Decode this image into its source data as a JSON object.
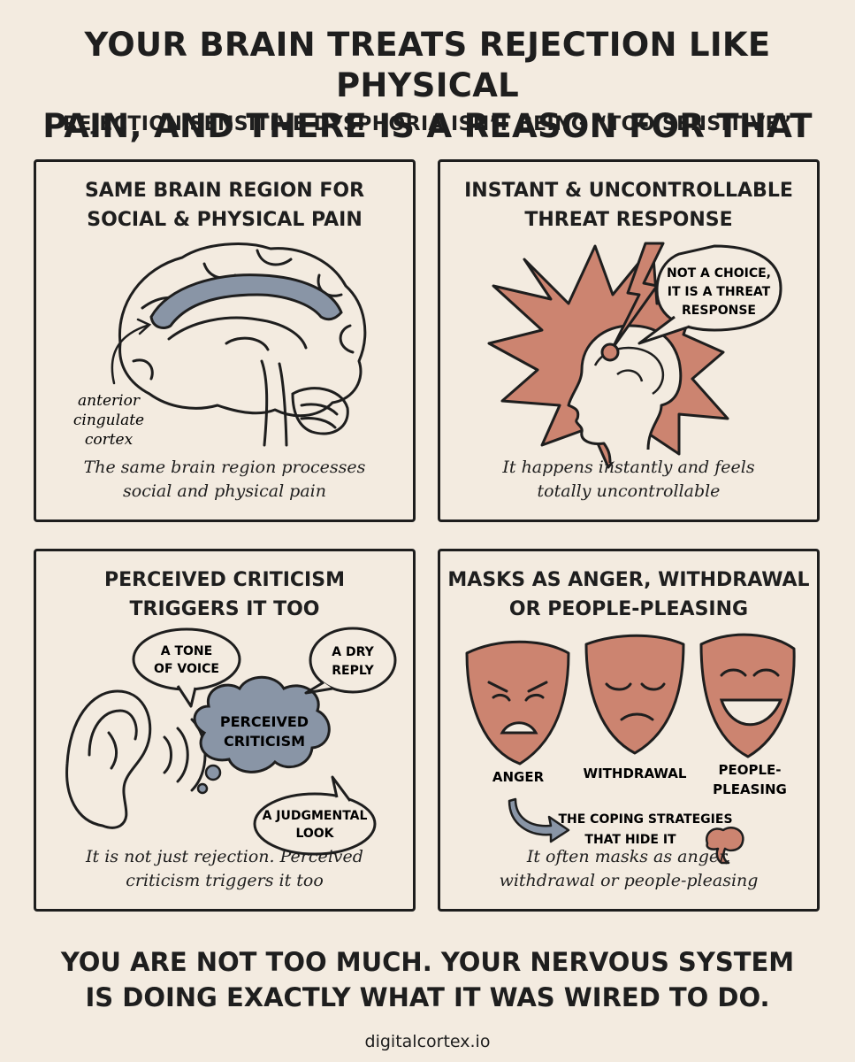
{
  "header": {
    "title": "YOUR BRAIN TREATS REJECTION LIKE PHYSICAL\nPAIN, AND THERE IS A REASON FOR THAT",
    "subtitle": "REJECTION SENSITIVE DYSPHORIA ISN’T BEING “TOO SENSITIVE”"
  },
  "panels": [
    {
      "title": "SAME BRAIN REGION FOR\nSOCIAL & PHYSICAL PAIN",
      "caption": "The same brain region processes\nsocial and physical pain",
      "label_lines": [
        "anterior",
        "cingulate",
        "cortex"
      ]
    },
    {
      "title": "INSTANT & UNCONTROLLABLE\nTHREAT RESPONSE",
      "caption": "It happens instantly and feels\ntotally uncontrollable",
      "bubble_lines": [
        "NOT A CHOICE,",
        "IT IS A THREAT",
        "RESPONSE"
      ]
    },
    {
      "title": "PERCEIVED CRITICISM\nTRIGGERS IT TOO",
      "caption": "It is not just rejection. Perceived\ncriticism triggers it too",
      "bubbles": {
        "tone": [
          "A TONE",
          "OF VOICE"
        ],
        "dry": [
          "A DRY",
          "REPLY"
        ],
        "look": [
          "A JUDGMENTAL",
          "LOOK"
        ],
        "cloud": [
          "PERCEIVED",
          "CRITICISM"
        ]
      }
    },
    {
      "title": "MASKS AS ANGER, WITHDRAWAL\nOR PEOPLE-PLEASING",
      "caption": "It often masks as anger,\nwithdrawal or people-pleasing",
      "masks": {
        "anger": "ANGER",
        "withdrawal": "WITHDRAWAL",
        "pleasing": [
          "PEOPLE-",
          "PLEASING"
        ]
      },
      "coping_lines": [
        "THE COPING STRATEGIES",
        "THAT HIDE IT"
      ]
    }
  ],
  "footer": {
    "message": "YOU ARE NOT TOO MUCH. YOUR NERVOUS SYSTEM\nIS DOING EXACTLY WHAT IT WAS WIRED TO DO.",
    "site": "digitalcortex.io"
  },
  "colors": {
    "background": "#f3ebe0",
    "ink": "#1e1e1e",
    "highlight_gray": "#8995a6",
    "accent_terracotta": "#cc8470"
  }
}
